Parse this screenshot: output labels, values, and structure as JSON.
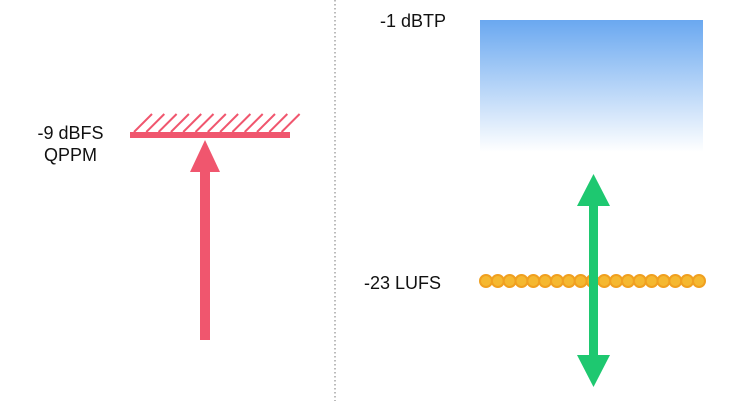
{
  "left": {
    "label_line1": "-9 dBFS",
    "label_line2": "QPPM",
    "color": "#f0566e"
  },
  "right": {
    "true_peak_label": "-1 dBTP",
    "loudness_label": "-23 LUFS",
    "gradient_color": "#6aa8f0",
    "dots_color": "#f0a020",
    "dots_count": 19,
    "arrow_color": "#1ec870"
  }
}
